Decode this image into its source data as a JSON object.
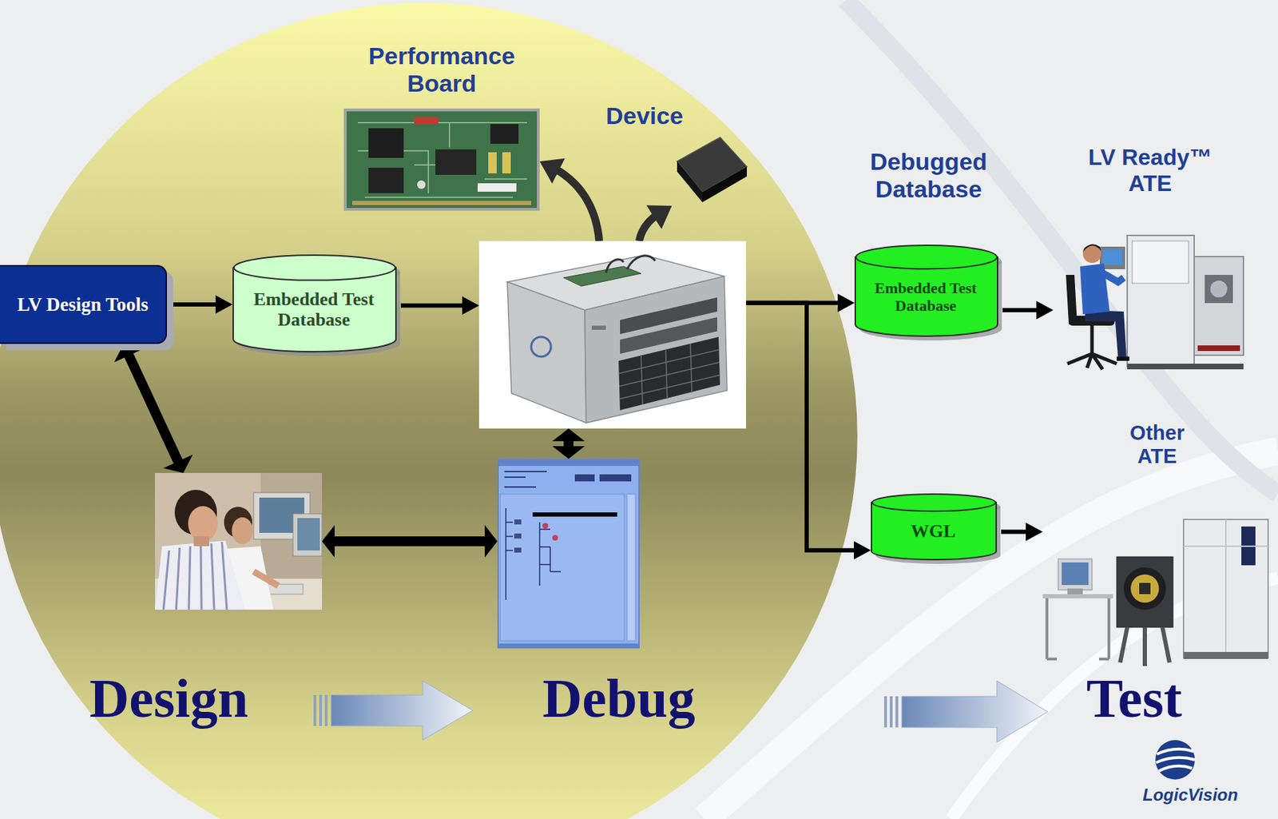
{
  "diagram": {
    "nodes": [
      {
        "text": [
          "Performance Board"
        ]
      },
      {
        "text": [
          "Device"
        ]
      },
      {
        "text": [
          "Debugged Database",
          "Embedded Test Database"
        ]
      },
      {
        "text": [
          "LV Ready™ ATE"
        ]
      },
      {
        "text": [
          "LV Design Tools"
        ]
      },
      {
        "text": [
          "Embedded Test Database"
        ]
      },
      {
        "text": []
      },
      {
        "text": [
          "Other ATE"
        ]
      },
      {
        "text": []
      },
      {
        "text": []
      },
      {
        "text": [
          "WGL"
        ]
      }
    ],
    "edges": [
      {
        "from": 4,
        "to": 5,
        "arrow": "to"
      },
      {
        "from": 5,
        "to": 6,
        "arrow": "to"
      },
      {
        "from": 6,
        "to": 0,
        "arrow": "to"
      },
      {
        "from": 6,
        "to": 1,
        "arrow": "to"
      },
      {
        "from": 6,
        "to": 2,
        "arrow": "to"
      },
      {
        "from": 6,
        "to": 10,
        "arrow": "to"
      },
      {
        "from": 2,
        "to": 3,
        "arrow": "to"
      },
      {
        "from": 10,
        "to": 7,
        "arrow": "to"
      },
      {
        "from": 4,
        "to": 8,
        "arrow": "both"
      },
      {
        "from": 8,
        "to": 9,
        "arrow": "both"
      },
      {
        "from": 9,
        "to": 6,
        "arrow": "both"
      }
    ],
    "labels": [
      "Design",
      "Debug",
      "Test",
      "LogicVision"
    ]
  }
}
